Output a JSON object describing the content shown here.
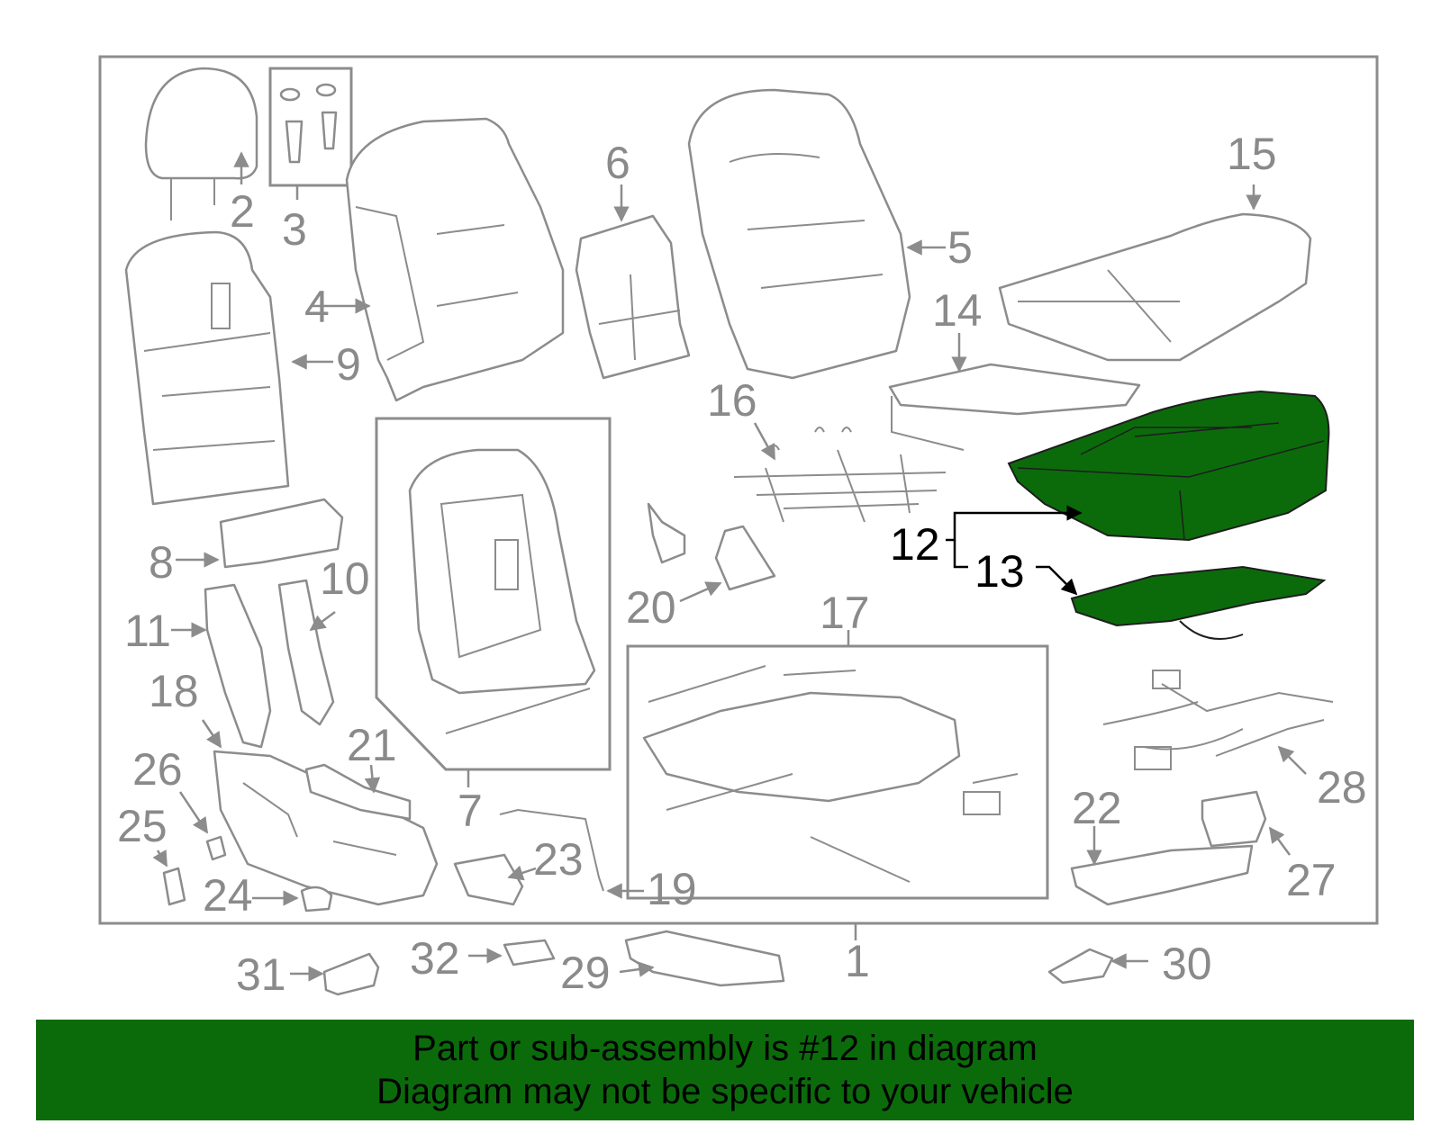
{
  "diagram": {
    "accent_color": "#0b6b0b",
    "callouts": {
      "c1": "1",
      "c2": "2",
      "c3": "3",
      "c4": "4",
      "c5": "5",
      "c6": "6",
      "c7": "7",
      "c8": "8",
      "c9": "9",
      "c10": "10",
      "c11": "11",
      "c12": "12",
      "c13": "13",
      "c14": "14",
      "c15": "15",
      "c16": "16",
      "c17": "17",
      "c18": "18",
      "c19": "19",
      "c20": "20",
      "c21": "21",
      "c22": "22",
      "c23": "23",
      "c24": "24",
      "c25": "25",
      "c26": "26",
      "c27": "27",
      "c28": "28",
      "c29": "29",
      "c30": "30",
      "c31": "31",
      "c32": "32"
    },
    "highlighted_part": "12"
  },
  "banner": {
    "line1": "Part or sub-assembly is #12 in diagram",
    "line2": "Diagram may not be specific to your vehicle"
  }
}
